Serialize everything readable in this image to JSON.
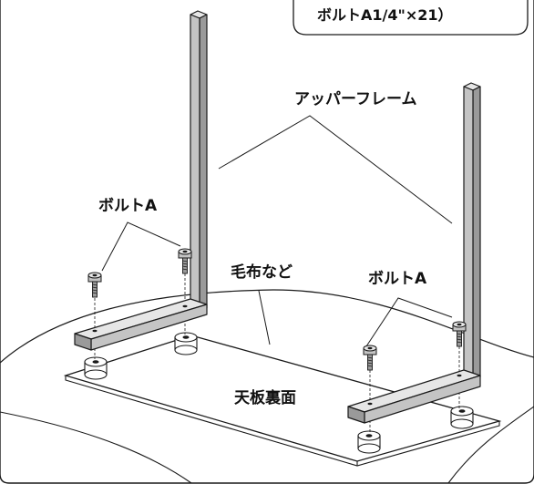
{
  "callout": {
    "bolt_spec": "ボルトA1/4\"×21）"
  },
  "labels": {
    "upper_frame": "アッパーフレーム",
    "bolt_a_left": "ボルトA",
    "bolt_a_right": "ボルトA",
    "blanket": "毛布など",
    "tabletop_underside": "天板裏面"
  },
  "colors": {
    "line": "#1a1a1a",
    "frame_light": "#e6e6e6",
    "frame_mid": "#c4c4c4",
    "frame_dark": "#9a9a9a",
    "surface": "#ffffff"
  }
}
